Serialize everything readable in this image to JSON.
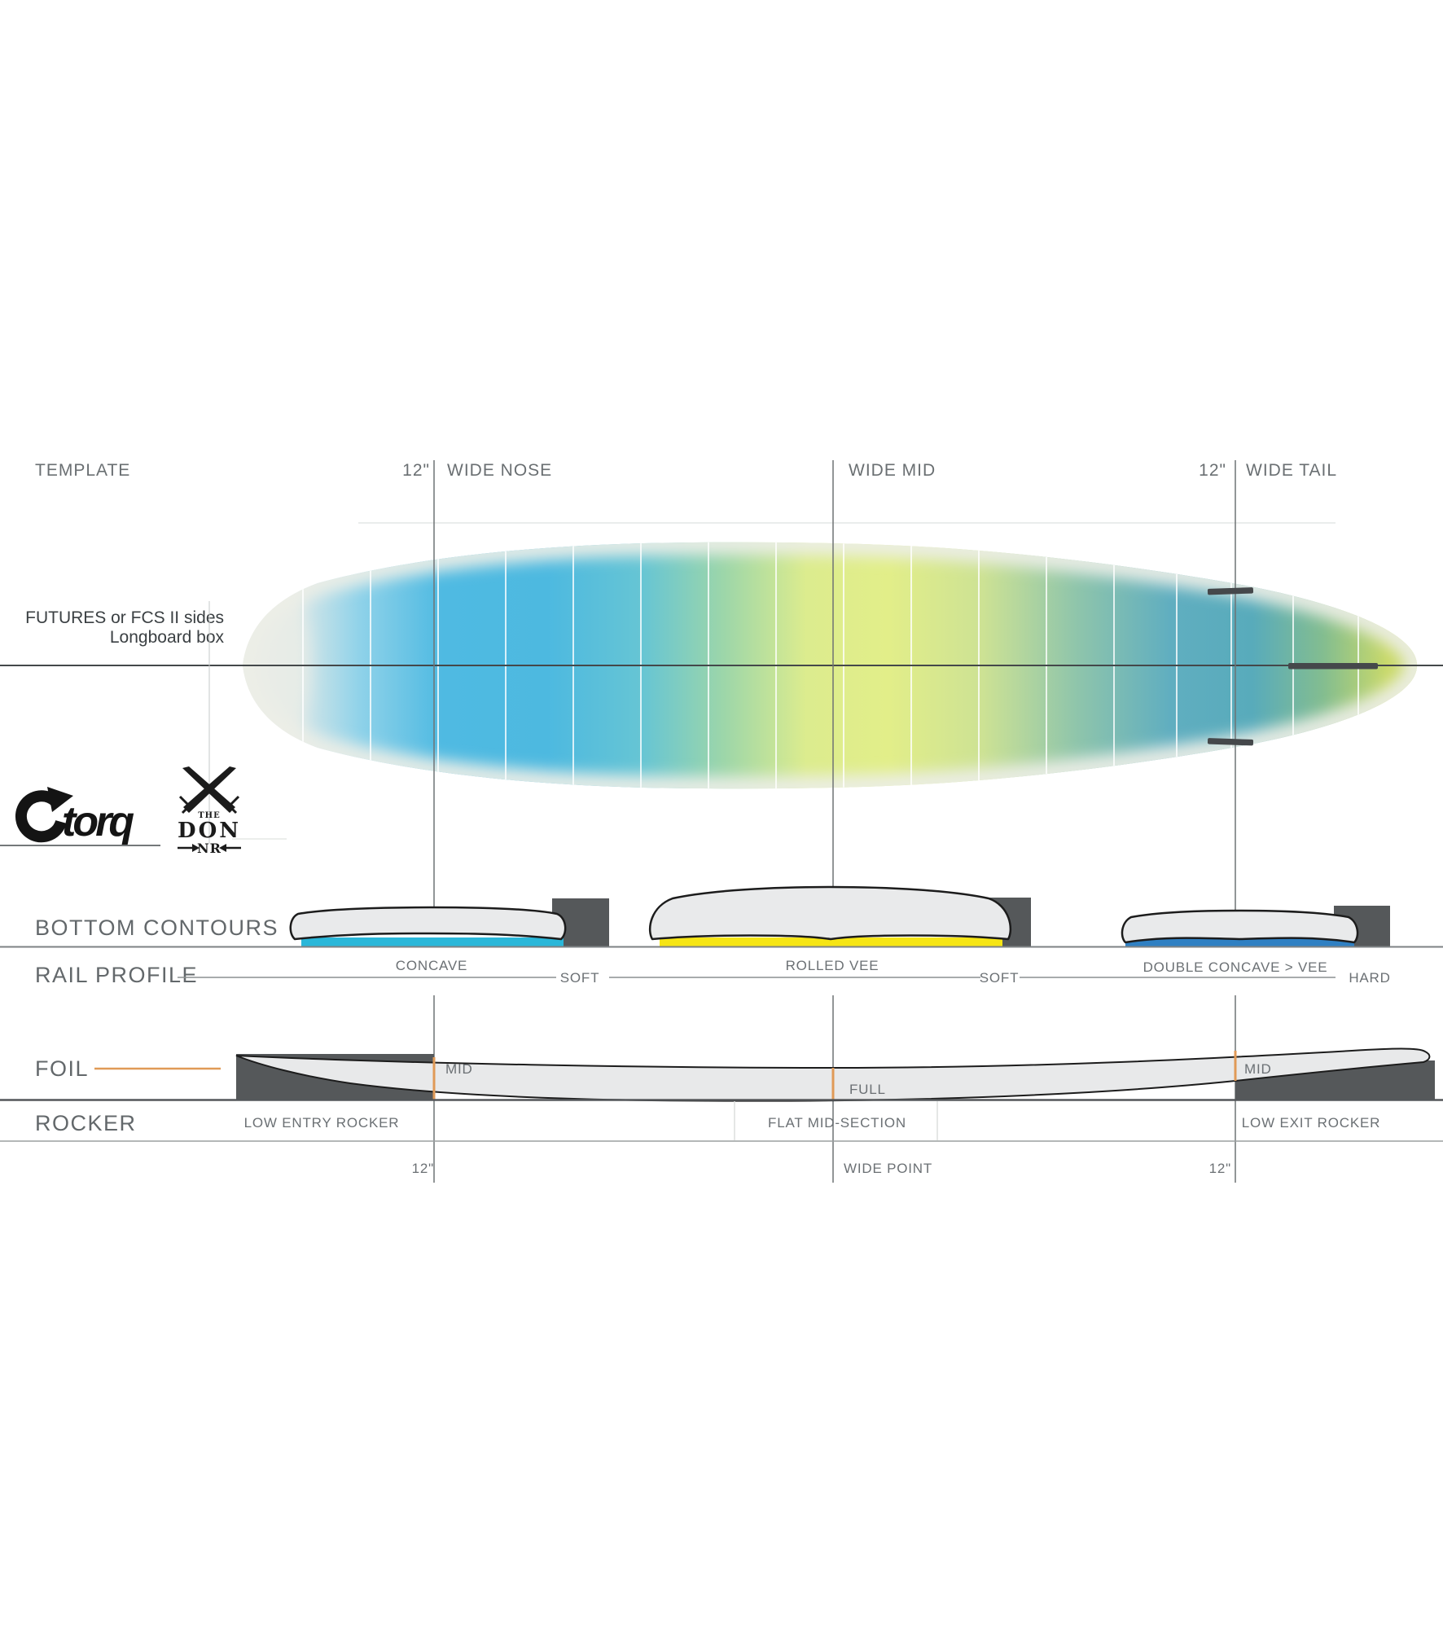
{
  "template_row": {
    "title": "TEMPLATE",
    "nose_offset": "12\"",
    "nose_label": "WIDE NOSE",
    "mid_label": "WIDE MID",
    "tail_offset": "12\"",
    "tail_label": "WIDE TAIL"
  },
  "board": {
    "fin_note_line1": "FUTURES or FCS II sides",
    "fin_note_line2": "Longboard box"
  },
  "brand": {
    "torq": "torq",
    "don_the": "THE",
    "don_name": "DON",
    "don_nr": "NR"
  },
  "bottom_contours": {
    "title": "BOTTOM CONTOURS",
    "nose_label": "CONCAVE",
    "mid_label": "ROLLED VEE",
    "tail_label": "DOUBLE CONCAVE > VEE"
  },
  "rail_profile": {
    "title": "RAIL PROFILE",
    "nose_rail": "SOFT",
    "mid_rail": "SOFT",
    "tail_rail": "HARD"
  },
  "foil": {
    "title": "FOIL",
    "nose_label": "MID",
    "mid_label": "FULL",
    "tail_label": "MID"
  },
  "rocker": {
    "title": "ROCKER",
    "nose_label": "LOW ENTRY ROCKER",
    "mid_label": "FLAT MID-SECTION",
    "tail_label": "LOW EXIT ROCKER"
  },
  "measurements": {
    "nose_offset": "12\"",
    "wide_point": "WIDE POINT",
    "tail_offset": "12\""
  },
  "colors": {
    "concave_band": "#2ab7d9",
    "rolled_vee_band": "#f6e515",
    "double_concave_band": "#2f80c3",
    "foil_accent": "#e09a57",
    "block_gray": "#55585a",
    "fin_gray": "#45484b",
    "guide_line": "#6f7375",
    "board_blue": "#4fbae2",
    "board_yellow": "#e2ee89",
    "board_teal": "#58abbb",
    "board_tail_yellow": "#c9da6a"
  }
}
